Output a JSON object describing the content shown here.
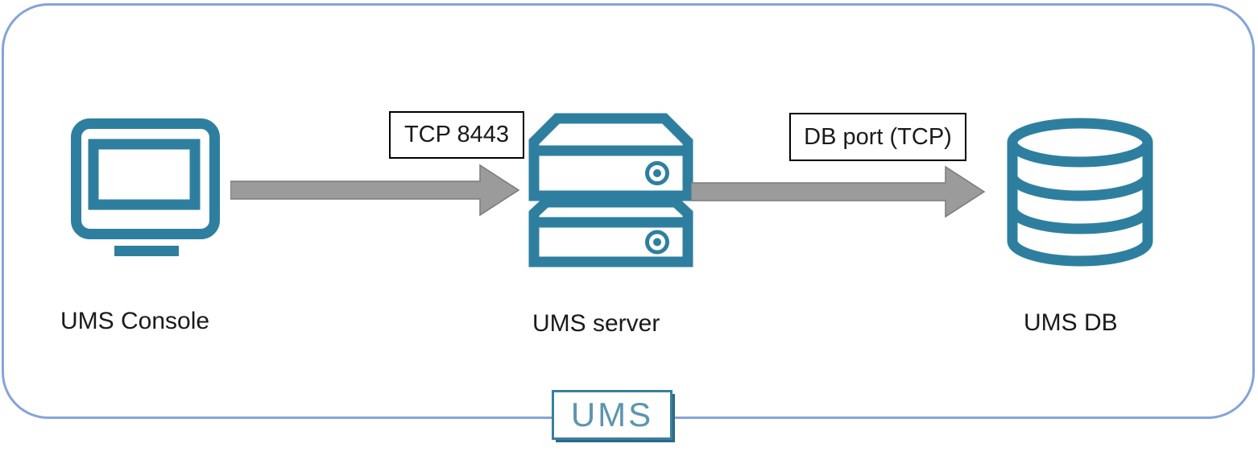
{
  "diagram": {
    "nodes": [
      {
        "id": "ums-console",
        "label": "UMS Console",
        "icon": "monitor-icon"
      },
      {
        "id": "ums-server",
        "label": "UMS server",
        "icon": "server-icon"
      },
      {
        "id": "ums-db",
        "label": "UMS DB",
        "icon": "database-icon"
      }
    ],
    "connections": [
      {
        "from": "ums-console",
        "to": "ums-server",
        "label": "TCP 8443"
      },
      {
        "from": "ums-server",
        "to": "ums-db",
        "label": "DB port (TCP)"
      }
    ],
    "badge": {
      "label": "UMS"
    },
    "colors": {
      "icon_teal": "#2e7f9f",
      "arrow_fill": "#9b9b9b",
      "arrow_outline": "#7a7a7a",
      "frame_border": "#85a3db",
      "label_box_border": "#000000",
      "label_text": "#1a1a1a",
      "badge_border": "#3a7fa0",
      "badge_shadow": "#2d6785",
      "badge_text": "#5c95af"
    }
  }
}
